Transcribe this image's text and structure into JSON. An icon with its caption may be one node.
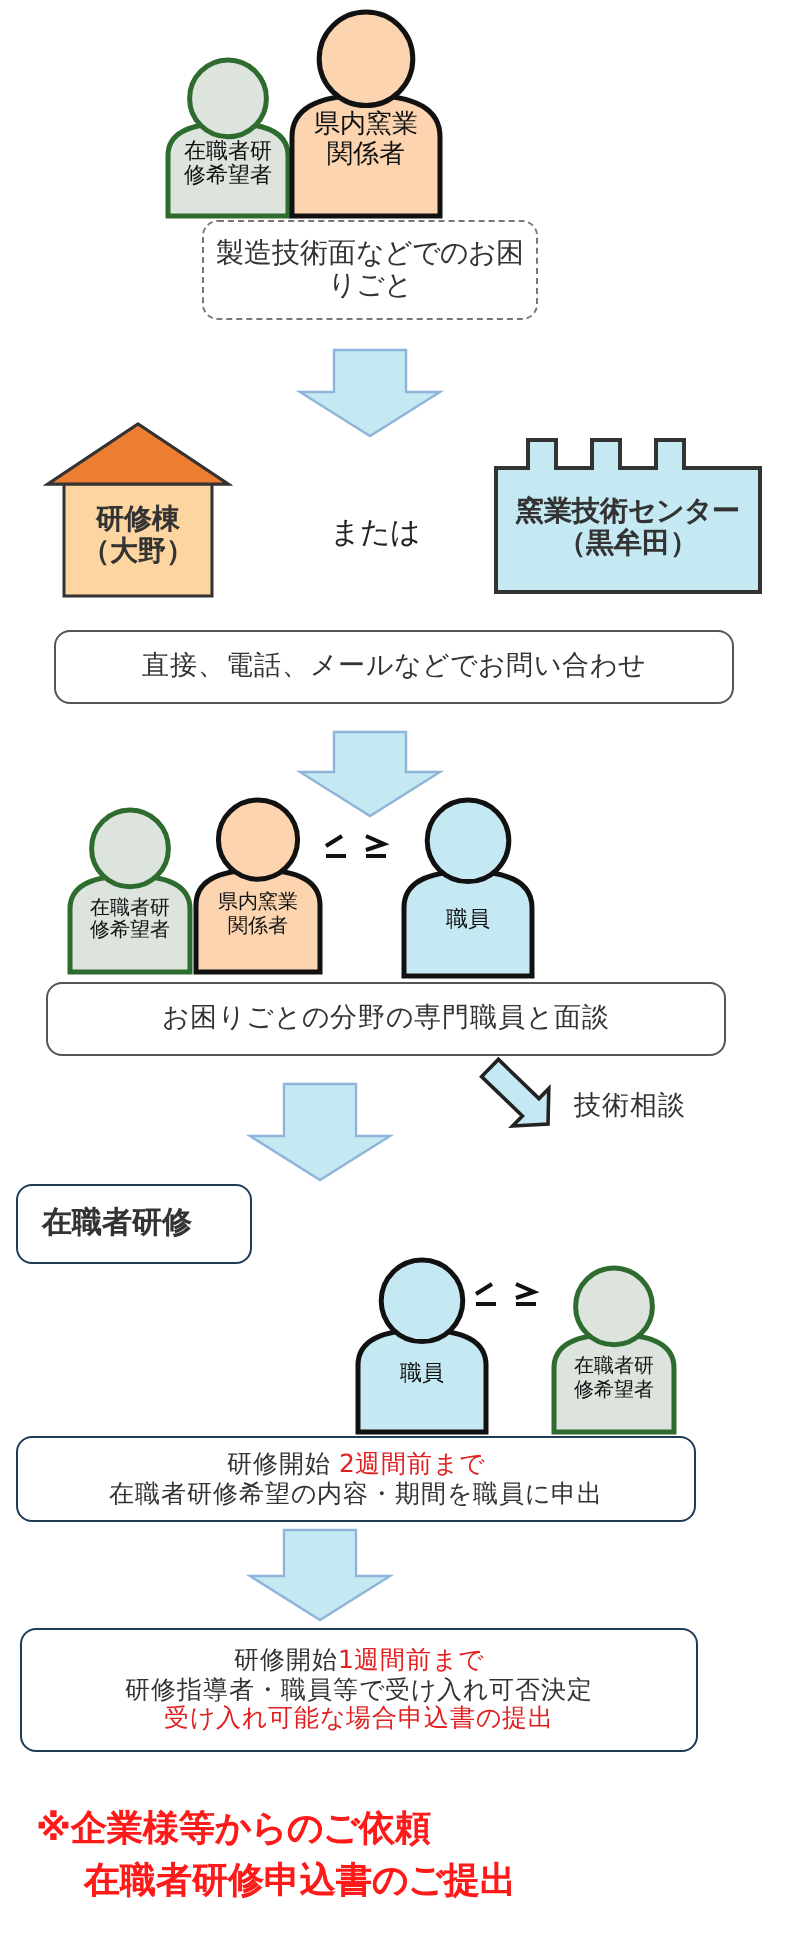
{
  "diagram": {
    "nodes": [
      {
        "text": [
          "在職者研修希望者"
        ]
      },
      {
        "text": [
          "県内窯業関係者"
        ]
      },
      {
        "text": [
          "製造技術面などでのお困りごと"
        ]
      },
      {
        "text": [
          "研修棟（大野）"
        ]
      },
      {
        "text": [
          "窯業技術センター（黒牟田）"
        ]
      },
      {
        "text": [
          "直接、電話、メールなどでお問い合わせ"
        ]
      },
      {
        "text": [
          "在職者研修希望者"
        ]
      },
      {
        "text": [
          "県内窯業関係者"
        ]
      },
      {
        "text": [
          "職員"
        ]
      },
      {
        "text": [
          "お困りごとの分野の専門職員と面談"
        ]
      },
      {
        "text": [
          "技術相談"
        ]
      },
      {
        "text": [
          "在職者研修"
        ]
      },
      {
        "text": [
          "職員"
        ]
      },
      {
        "text": [
          "在職者研修希望者"
        ]
      },
      {
        "text": [
          "研修開始 **2週間前まで**",
          "在職者研修希望の内容・期間を職員に申出"
        ]
      },
      {
        "text": [
          "研修開始**1週間前まで**",
          "研修指導者・職員等で受け入れ可否決定",
          "**受け入れ可能な場合申込書の提出**"
        ]
      }
    ],
    "edges": [
      {
        "from": 2,
        "to": null,
        "arrow": "to"
      },
      {
        "from": 5,
        "to": null,
        "arrow": "to"
      },
      {
        "from": 9,
        "to": 10,
        "arrow": "to"
      },
      {
        "from": 9,
        "to": null,
        "arrow": "to"
      },
      {
        "from": 14,
        "to": 15,
        "arrow": "to"
      }
    ],
    "labels": [
      "または",
      "※企業様等からのご依頼",
      "在職者研修申込書のご提出"
    ]
  }
}
